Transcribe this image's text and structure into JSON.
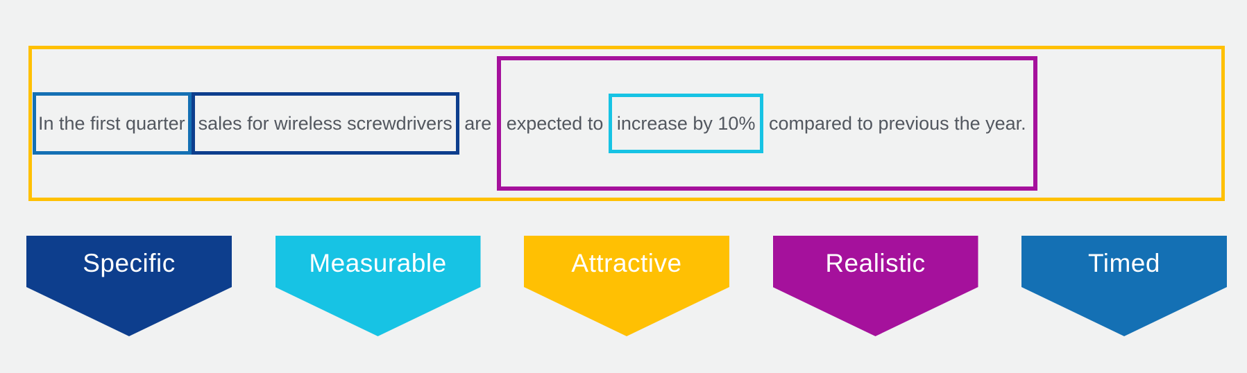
{
  "goal_statement": {
    "full_text": "In the first quarter sales for wireless screwdrivers are expected to increase by 10% compared to previous the year.",
    "segments": {
      "timed": "In the first quarter",
      "specific": "sales for wireless screwdrivers",
      "plain": " are ",
      "realistic_pre": "expected to ",
      "measurable": "increase by 10%",
      "realistic_post": " compared to previous the year."
    }
  },
  "colors": {
    "specific": "#0d3e8d",
    "measurable": "#17c3e4",
    "attractive": "#ffc003",
    "realistic": "#a5119c",
    "timed": "#1470b4",
    "text": "#52575f",
    "banner_text": "#ffffff",
    "background": "#f1f2f2"
  },
  "banners": [
    {
      "label": "Specific",
      "color": "#0d3e8d"
    },
    {
      "label": "Measurable",
      "color": "#17c3e4"
    },
    {
      "label": "Attractive",
      "color": "#ffc003"
    },
    {
      "label": "Realistic",
      "color": "#a5119c"
    },
    {
      "label": "Timed",
      "color": "#1470b4"
    }
  ]
}
